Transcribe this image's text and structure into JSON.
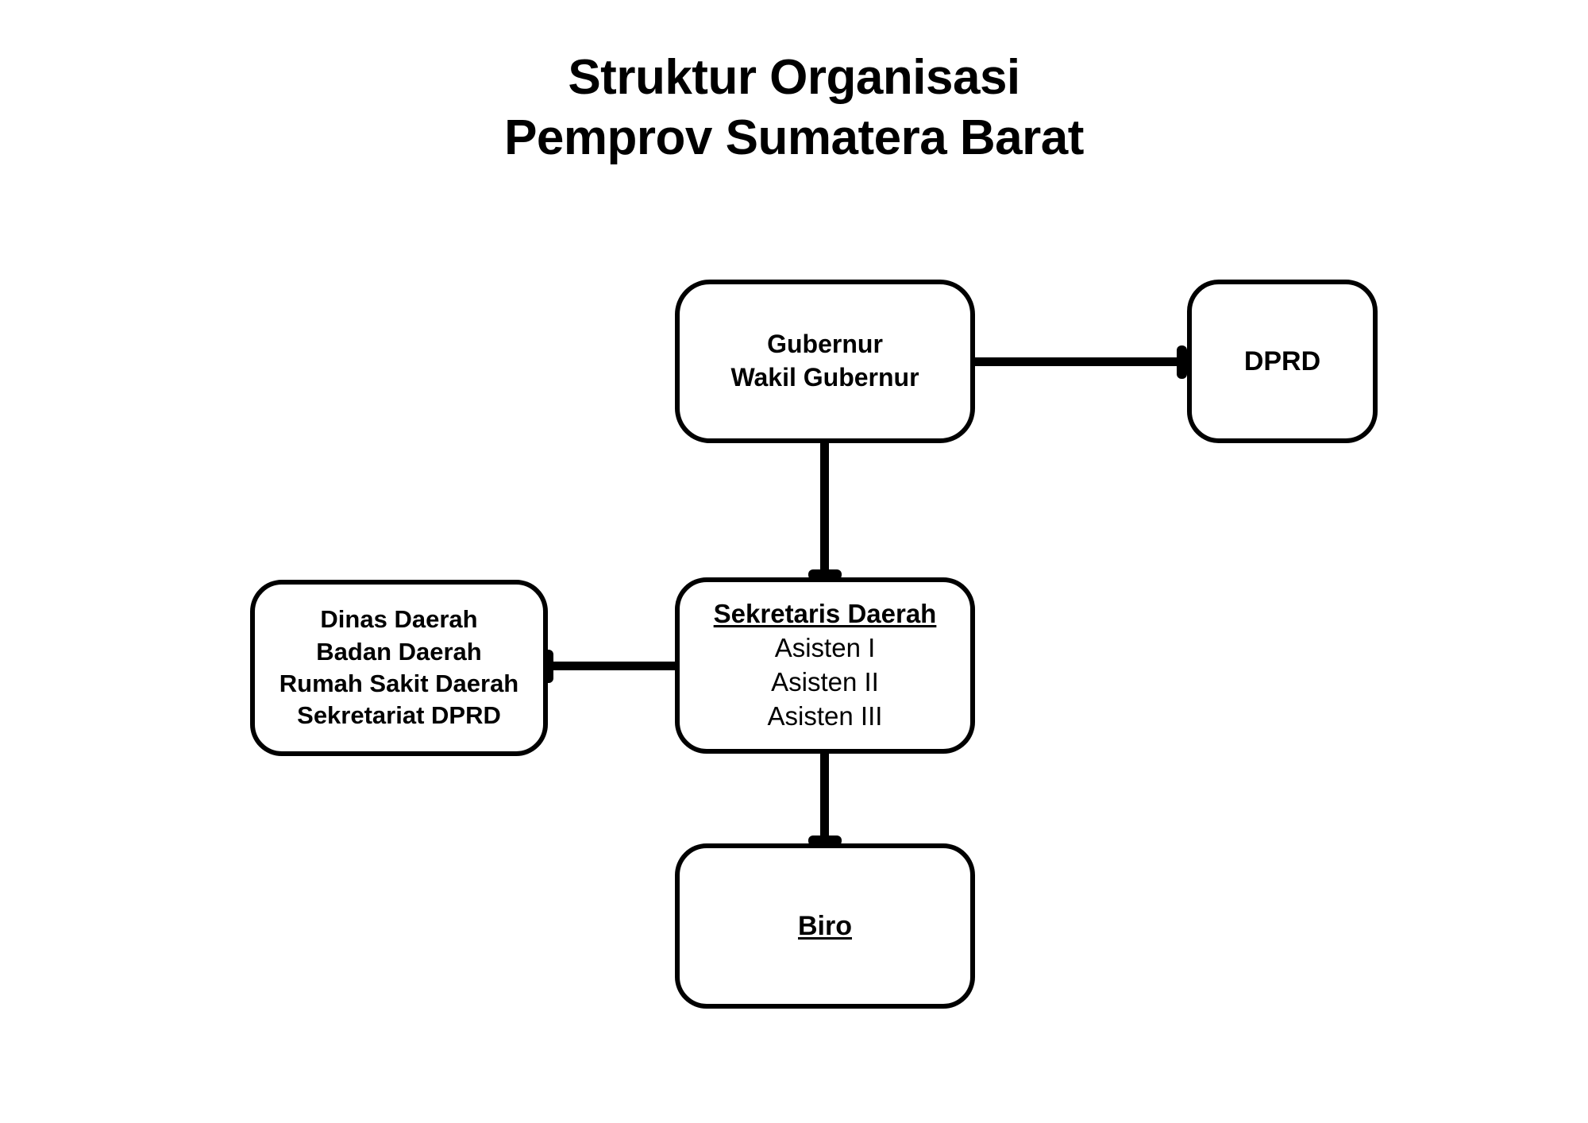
{
  "title": {
    "line1": "Struktur Organisasi",
    "line2": "Pemprov Sumatera Barat"
  },
  "chart_data": {
    "type": "diagram",
    "diagram_kind": "organization-chart",
    "title": "Struktur Organisasi Pemprov Sumatera Barat",
    "orientation": "top-down",
    "nodes": [
      {
        "id": "gubernur",
        "lines": [
          "Gubernur",
          "Wakil Gubernur"
        ],
        "style": {
          "bold": true,
          "underline": false
        },
        "level": 0
      },
      {
        "id": "dprd",
        "lines": [
          "DPRD"
        ],
        "style": {
          "bold": false,
          "underline": false
        },
        "level": 0
      },
      {
        "id": "sekretaris-daerah",
        "lines": [
          "Sekretaris Daerah",
          "Asisten I",
          "Asisten II",
          "Asisten III"
        ],
        "style": {
          "bold": true,
          "underline": true
        },
        "level": 1
      },
      {
        "id": "dinas-daerah",
        "lines": [
          "Dinas Daerah",
          "Badan Daerah",
          "Rumah Sakit Daerah",
          "Sekretariat DPRD"
        ],
        "style": {
          "bold": true,
          "underline": false
        },
        "level": 1
      },
      {
        "id": "biro",
        "lines": [
          "Biro"
        ],
        "style": {
          "bold": true,
          "underline": true
        },
        "level": 2
      }
    ],
    "edges": [
      {
        "from": "gubernur",
        "to": "dprd",
        "direction": "horizontal-right"
      },
      {
        "from": "gubernur",
        "to": "sekretaris-daerah",
        "direction": "vertical-down"
      },
      {
        "from": "sekretaris-daerah",
        "to": "dinas-daerah",
        "direction": "horizontal-left"
      },
      {
        "from": "sekretaris-daerah",
        "to": "biro",
        "direction": "vertical-down"
      }
    ],
    "colors": {
      "stroke": "#000000",
      "fill": "#ffffff",
      "text": "#000000",
      "background": "#ffffff"
    }
  },
  "nodes": {
    "gubernur": {
      "line1": "Gubernur",
      "line2": "Wakil Gubernur"
    },
    "dprd": {
      "line1": "DPRD"
    },
    "sekda": {
      "line1": "Sekretaris Daerah",
      "line2": "Asisten I",
      "line3": "Asisten II",
      "line4": "Asisten III"
    },
    "dinas": {
      "line1": "Dinas Daerah",
      "line2": "Badan Daerah",
      "line3": "Rumah Sakit Daerah",
      "line4": "Sekretariat DPRD"
    },
    "biro": {
      "line1": "Biro"
    }
  }
}
